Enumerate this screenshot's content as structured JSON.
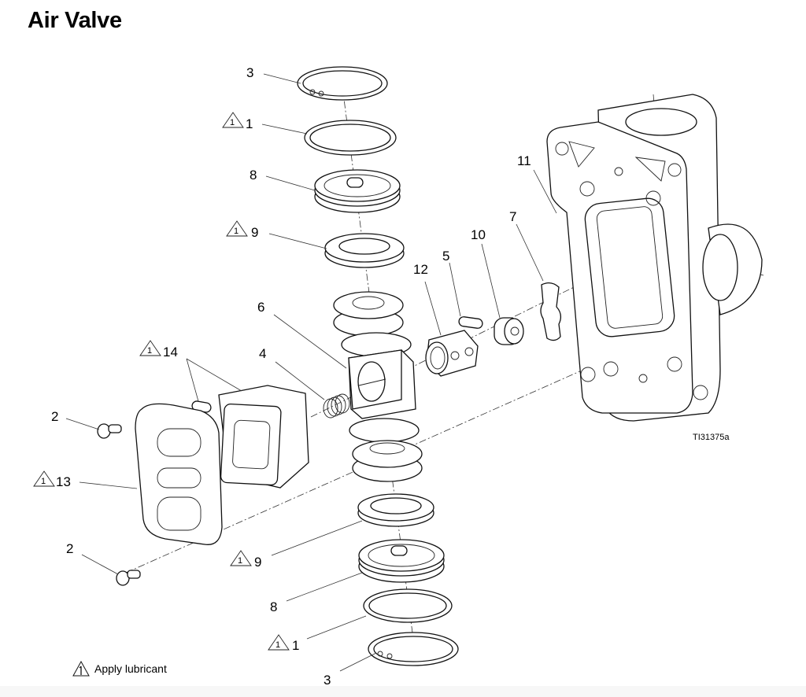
{
  "title": "Air Valve",
  "figure_id": "TI31375a",
  "legend": {
    "icon": "lubricant-triangle-icon",
    "symbol_number": "1",
    "text": "Apply lubricant"
  },
  "callouts": [
    {
      "id": "3-top",
      "number": "3",
      "lubricate": false,
      "part": "retaining-ring"
    },
    {
      "id": "1-top",
      "number": "1",
      "lubricate": true,
      "part": "o-ring"
    },
    {
      "id": "8-top",
      "number": "8",
      "lubricate": false,
      "part": "end-cap"
    },
    {
      "id": "9-top",
      "number": "9",
      "lubricate": true,
      "part": "u-cup-seal"
    },
    {
      "id": "6",
      "number": "6",
      "lubricate": false,
      "part": "valve-carriage"
    },
    {
      "id": "4",
      "number": "4",
      "lubricate": false,
      "part": "spring"
    },
    {
      "id": "14",
      "number": "14",
      "lubricate": true,
      "part": "detent-housing"
    },
    {
      "id": "12",
      "number": "12",
      "lubricate": false,
      "part": "detent-cam"
    },
    {
      "id": "5",
      "number": "5",
      "lubricate": false,
      "part": "pin"
    },
    {
      "id": "10",
      "number": "10",
      "lubricate": false,
      "part": "roller"
    },
    {
      "id": "7",
      "number": "7",
      "lubricate": false,
      "part": "gasket-pilot"
    },
    {
      "id": "11",
      "number": "11",
      "lubricate": false,
      "part": "valve-housing"
    },
    {
      "id": "2-top",
      "number": "2",
      "lubricate": false,
      "part": "screw"
    },
    {
      "id": "13",
      "number": "13",
      "lubricate": true,
      "part": "valve-plate"
    },
    {
      "id": "2-bottom",
      "number": "2",
      "lubricate": false,
      "part": "screw"
    },
    {
      "id": "9-bottom",
      "number": "9",
      "lubricate": true,
      "part": "u-cup-seal"
    },
    {
      "id": "8-bottom",
      "number": "8",
      "lubricate": false,
      "part": "end-cap"
    },
    {
      "id": "1-bottom",
      "number": "1",
      "lubricate": true,
      "part": "o-ring"
    },
    {
      "id": "3-bottom",
      "number": "3",
      "lubricate": false,
      "part": "retaining-ring"
    }
  ]
}
